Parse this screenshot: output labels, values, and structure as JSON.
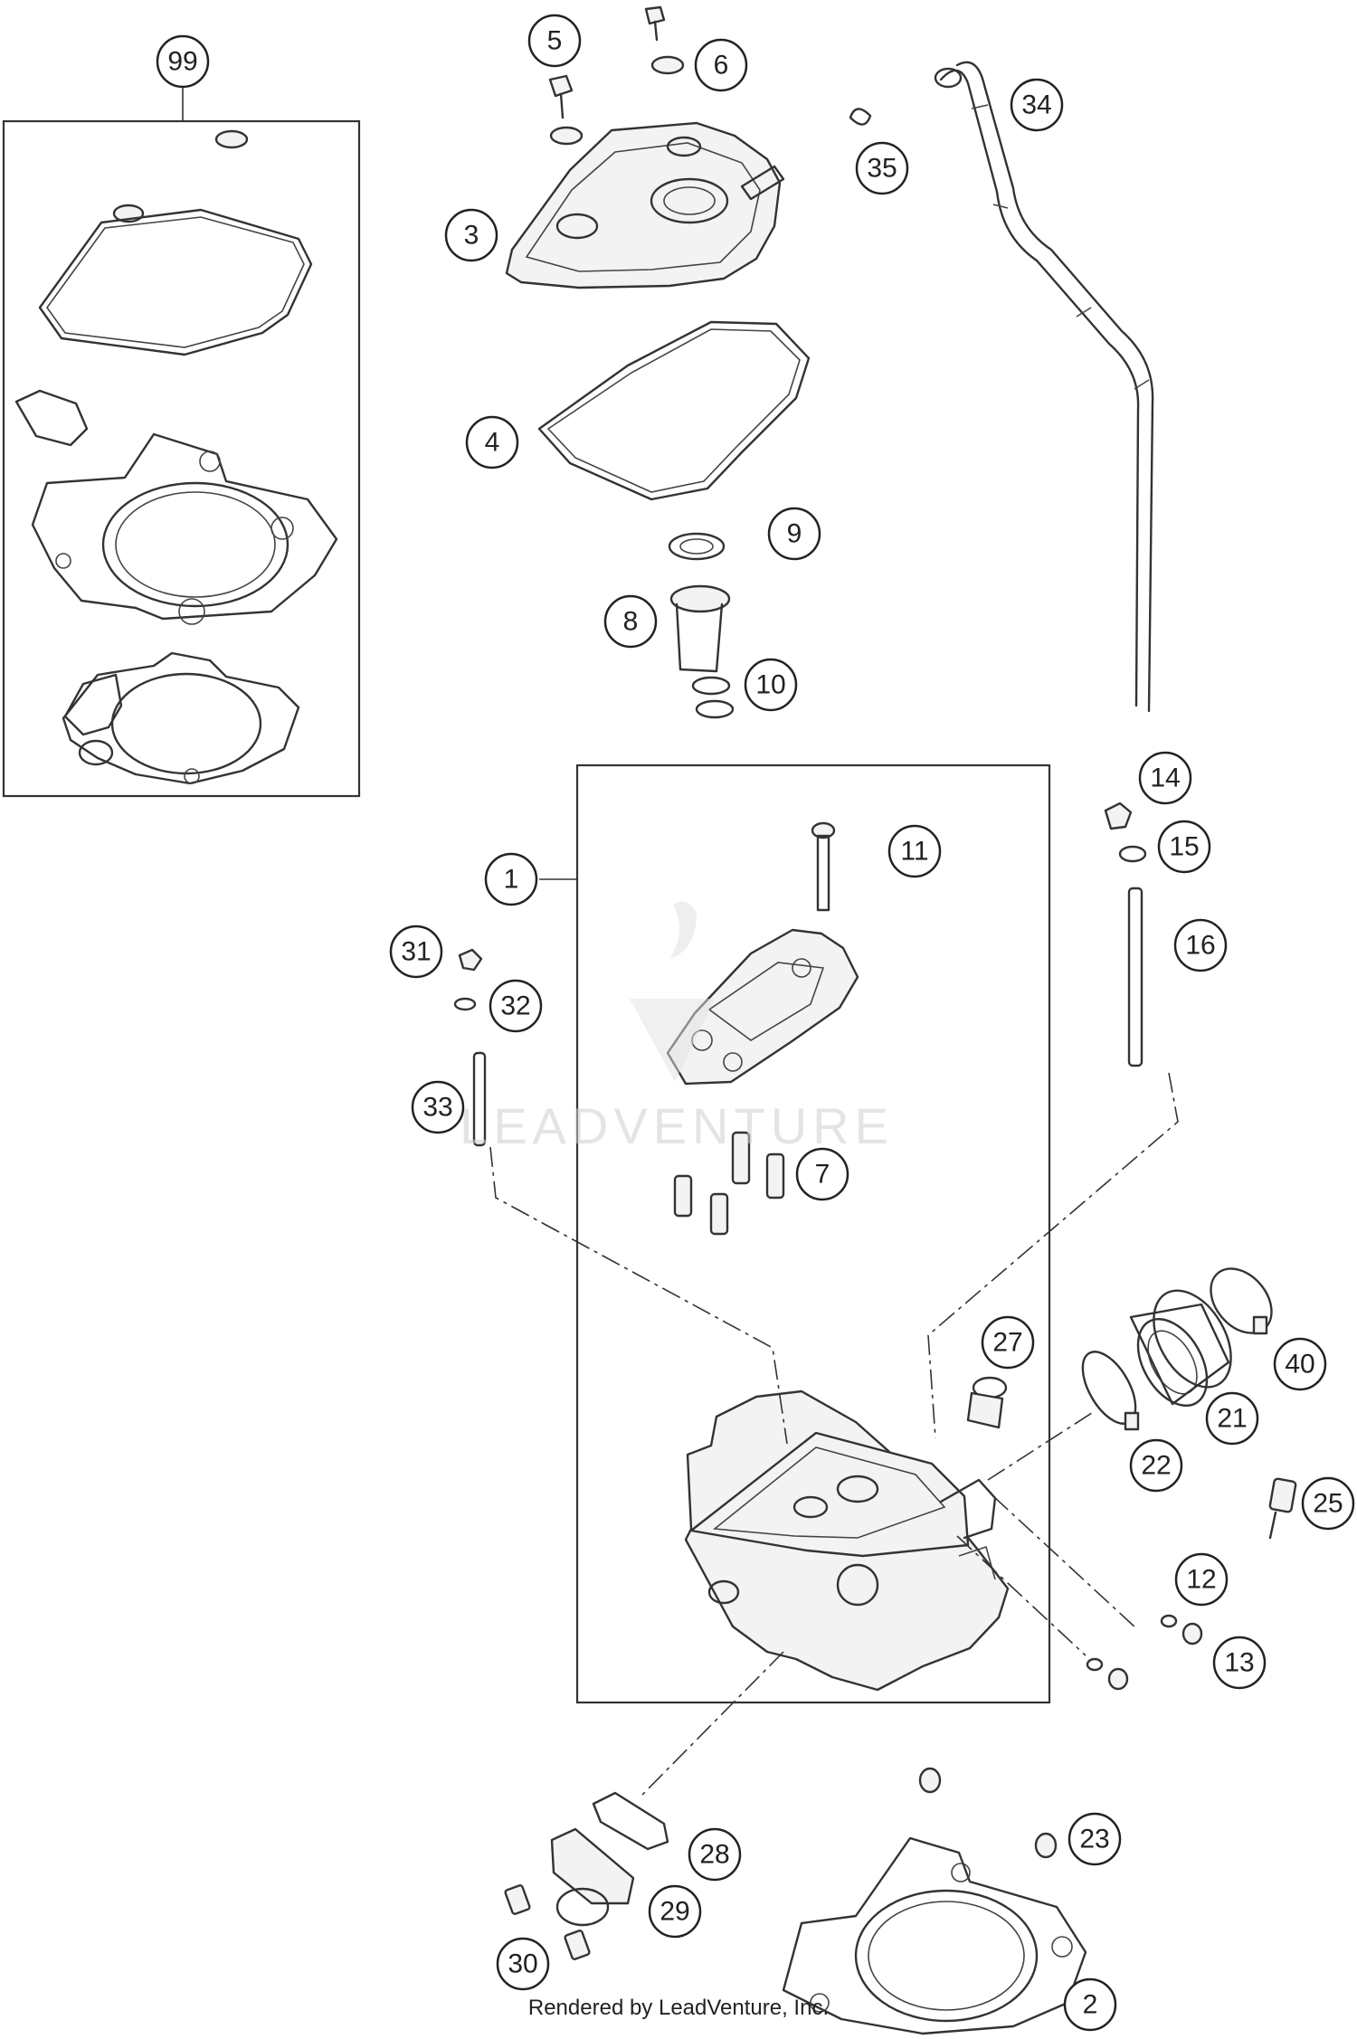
{
  "diagram": {
    "callouts": [
      "1",
      "2",
      "3",
      "4",
      "5",
      "6",
      "7",
      "8",
      "9",
      "10",
      "11",
      "12",
      "13",
      "14",
      "15",
      "16",
      "21",
      "22",
      "23",
      "25",
      "27",
      "28",
      "29",
      "30",
      "31",
      "32",
      "33",
      "34",
      "35",
      "40",
      "99"
    ],
    "watermark": "LEADVENTURE",
    "credit": "Rendered by LeadVenture, Inc."
  }
}
